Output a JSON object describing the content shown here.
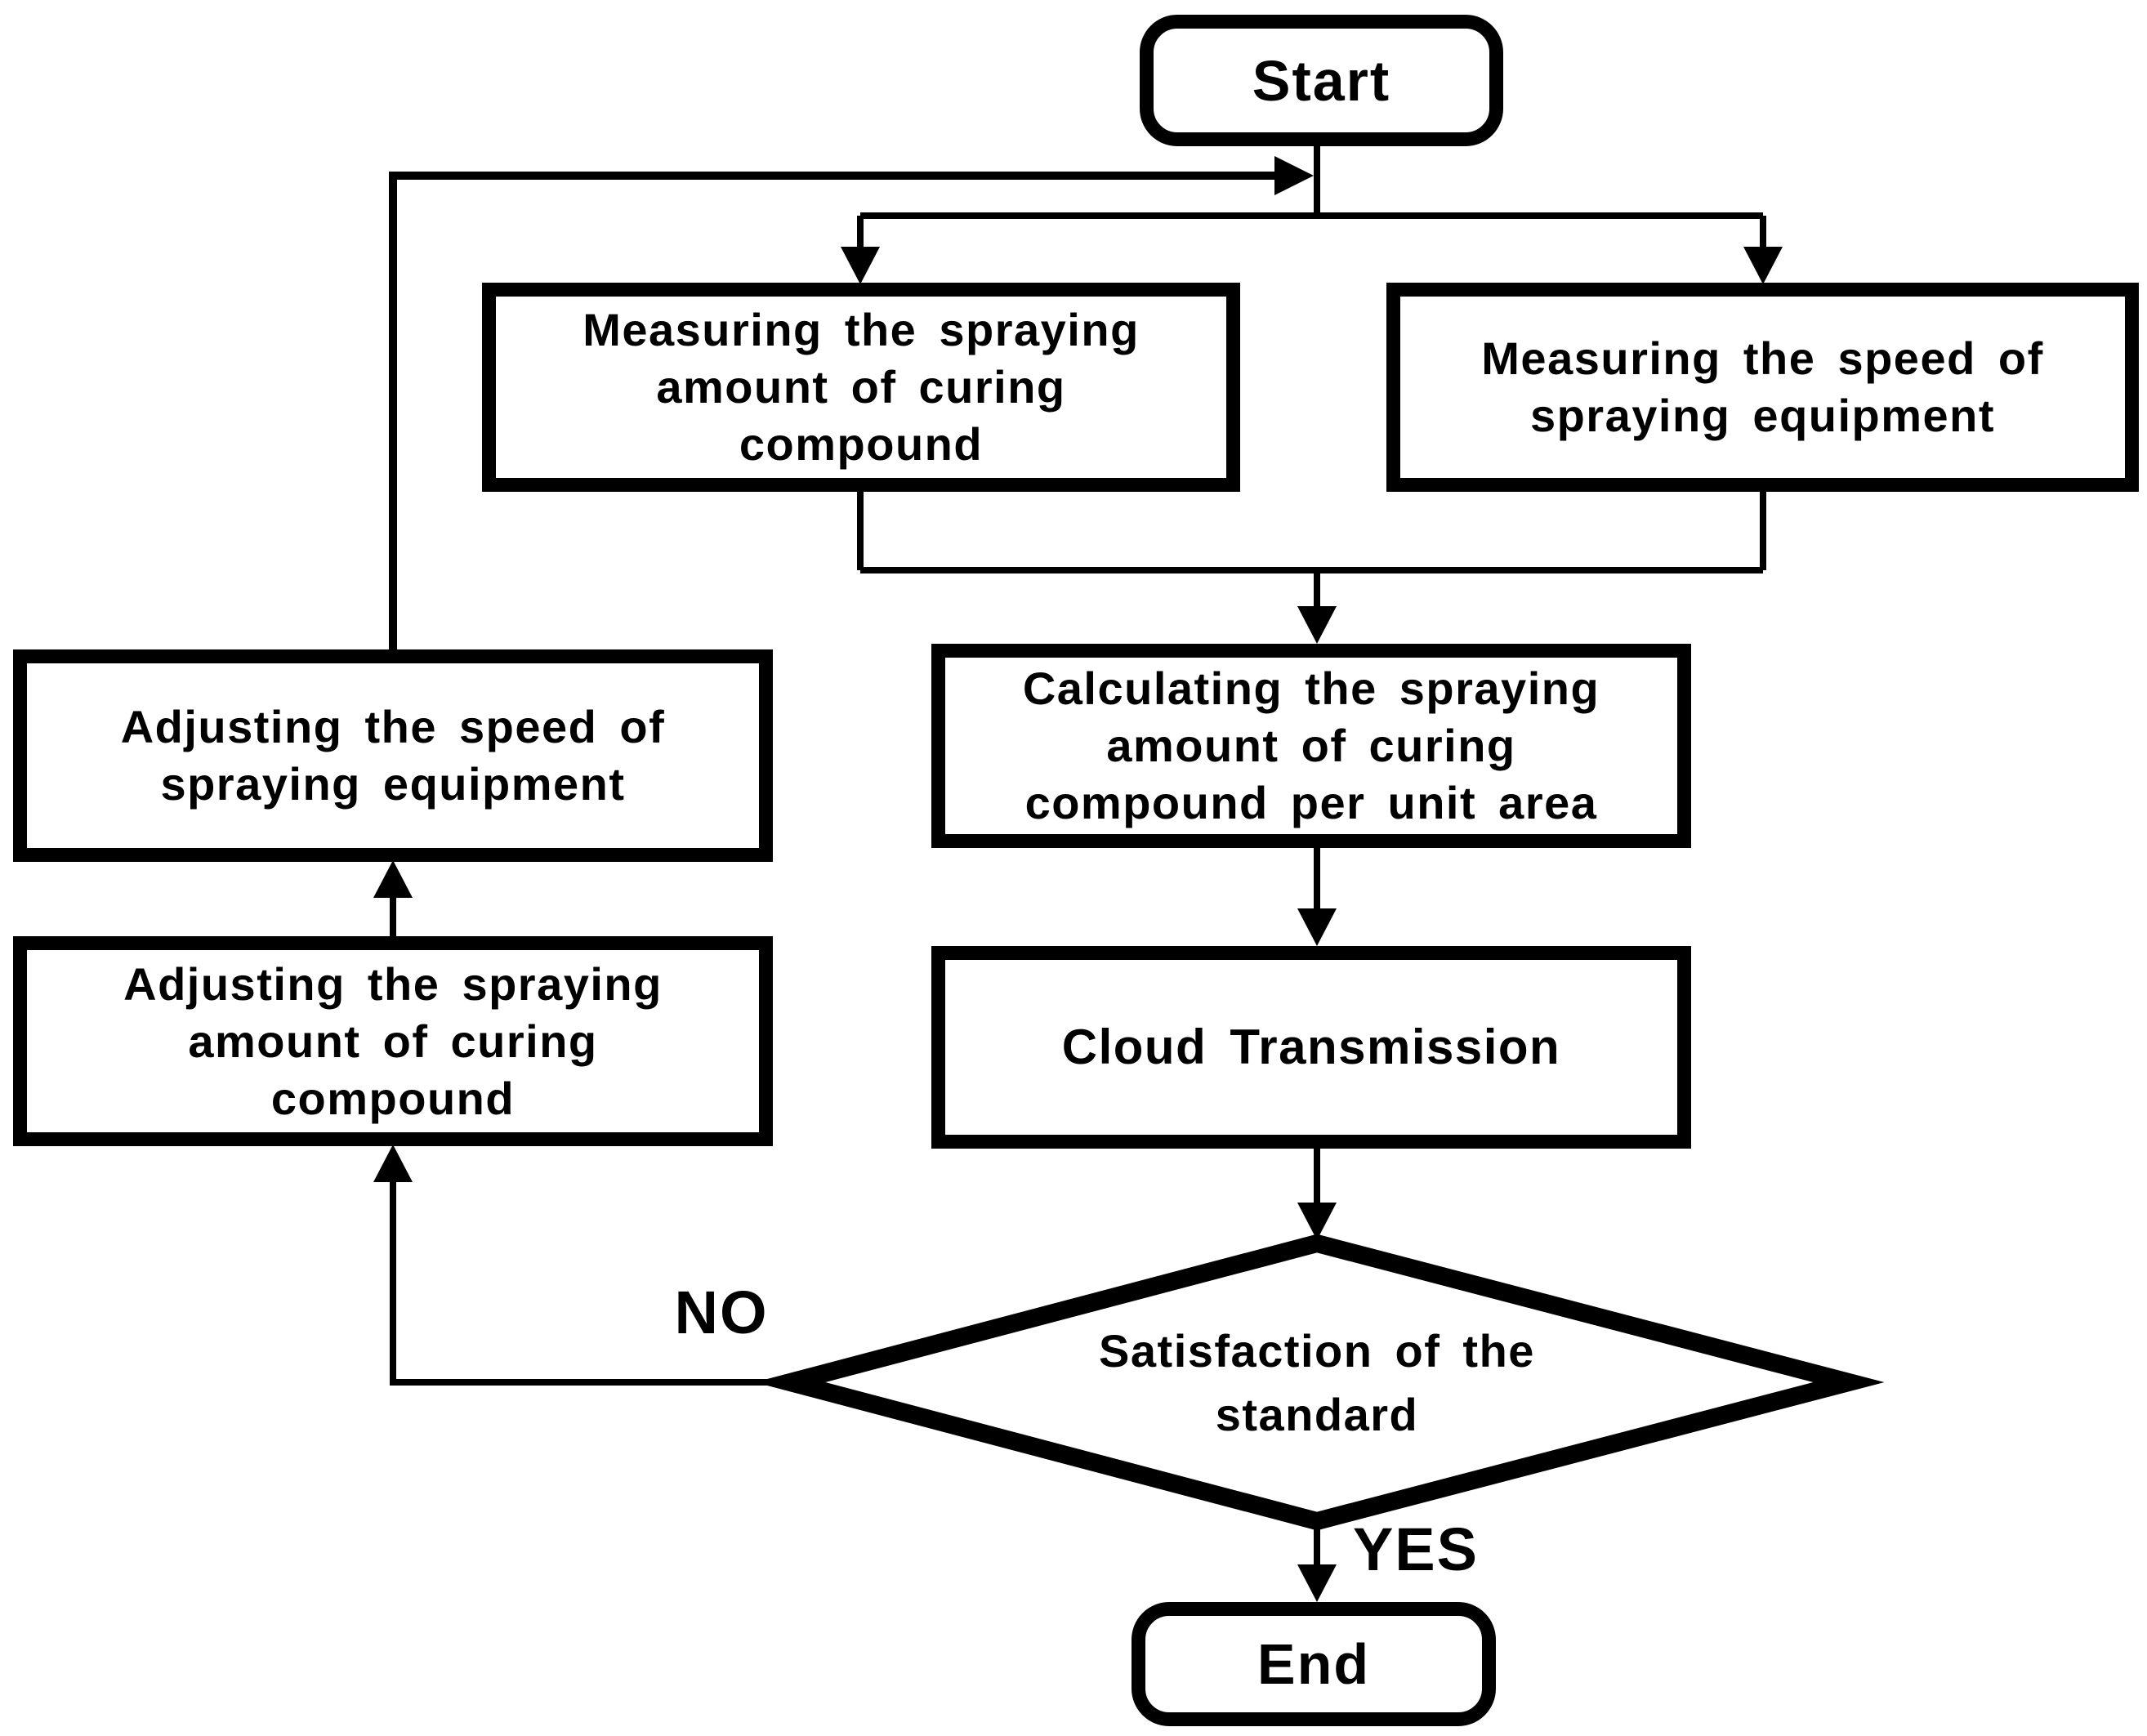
{
  "diagram": {
    "nodes": {
      "start": {
        "type": "terminator",
        "label": "Start"
      },
      "measure_amount": {
        "type": "process",
        "label": "Measuring the spraying\namount of curing\ncompound"
      },
      "measure_speed": {
        "type": "process",
        "label": "Measuring the speed of\nspraying equipment"
      },
      "calculate": {
        "type": "process",
        "label": "Calculating the spraying\namount of curing\ncompound per unit area"
      },
      "cloud": {
        "type": "process",
        "label": "Cloud Transmission"
      },
      "decision": {
        "type": "decision",
        "label": "Satisfaction of the\nstandard"
      },
      "adjust_speed": {
        "type": "process",
        "label": "Adjusting the speed of\nspraying equipment"
      },
      "adjust_amount": {
        "type": "process",
        "label": "Adjusting the spraying\namount of curing\ncompound"
      },
      "end": {
        "type": "terminator",
        "label": "End"
      }
    },
    "edge_labels": {
      "no": "NO",
      "yes": "YES"
    },
    "colors": {
      "stroke": "#000000",
      "fill": "#ffffff"
    }
  }
}
